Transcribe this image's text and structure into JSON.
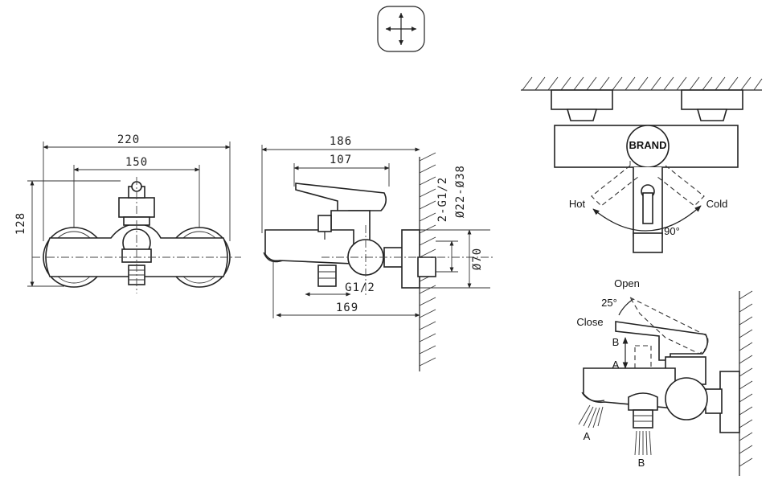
{
  "front_view": {
    "width_overall": "220",
    "width_centers": "150",
    "height": "128"
  },
  "side_view": {
    "depth_overall": "186",
    "lever_depth": "107",
    "inlet_thread": "2-G1/2",
    "eccentric_range": "Ø22-Ø38",
    "flange_diameter": "Ø70",
    "outlet_thread": "G1/2",
    "spout_projection": "169"
  },
  "top_view": {
    "hot_label": "Hot",
    "cold_label": "Cold",
    "rotation_angle": "90°",
    "brand_mark": "BRAND"
  },
  "operation_view": {
    "open_label": "Open",
    "close_label": "Close",
    "lift_angle": "25°",
    "arrow_top_label": "B",
    "arrow_bottom_label": "A",
    "outlet_a_label": "A",
    "outlet_b_label": "B"
  },
  "colors": {
    "line": "#222222",
    "background": "#ffffff",
    "wall_fill": "#e6e6e6"
  },
  "icons": [
    "symmetry-cross-icon"
  ]
}
